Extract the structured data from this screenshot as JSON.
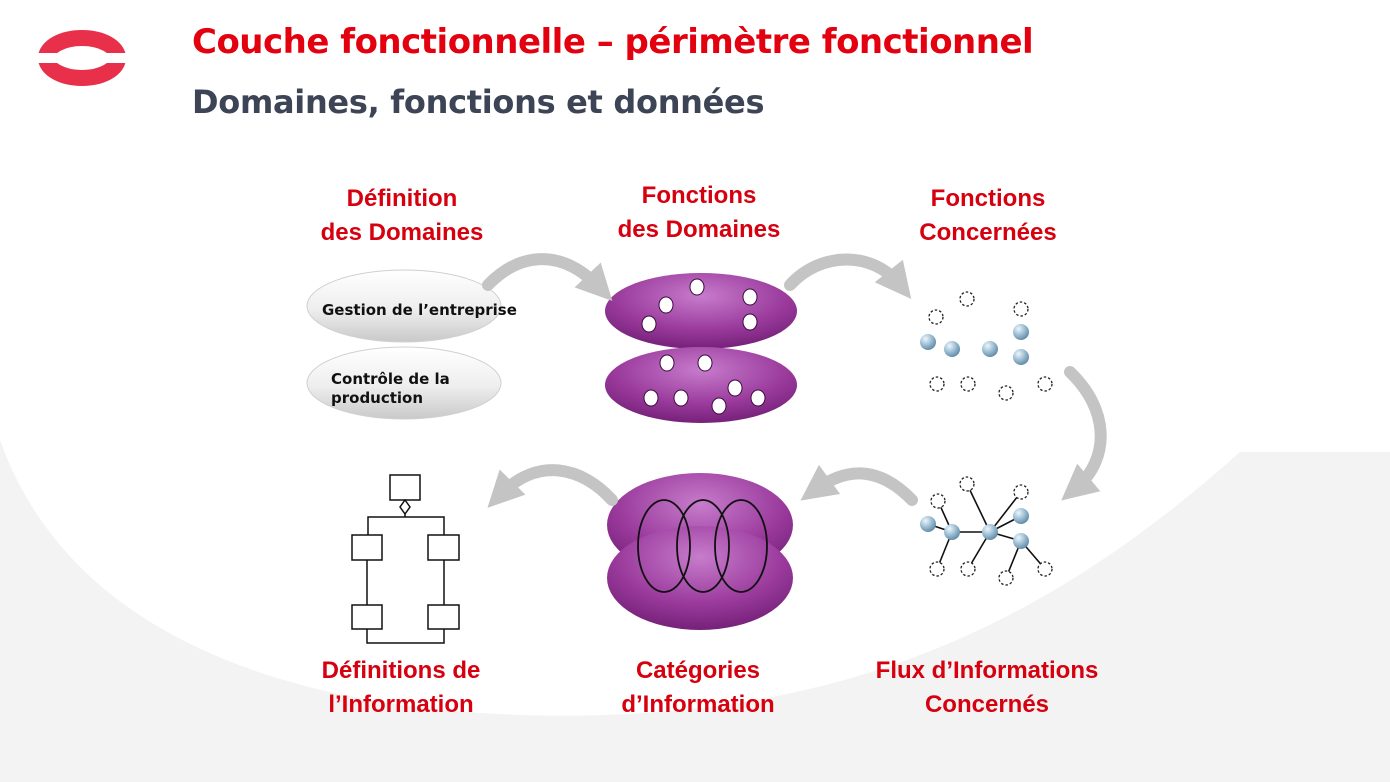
{
  "slide": {
    "title": "Couche fonctionnelle – périmètre fonctionnel",
    "subtitle": "Domaines, fonctions et données"
  },
  "steps": {
    "definition_domaines": {
      "line1": "Définition",
      "line2": "des Domaines"
    },
    "fonctions_domaines": {
      "line1": "Fonctions",
      "line2": "des Domaines"
    },
    "fonctions_concernees": {
      "line1": "Fonctions",
      "line2": "Concernées"
    },
    "flux_informations": {
      "line1": "Flux d’Informations",
      "line2": "Concernés"
    },
    "categories_information": {
      "line1": "Catégories",
      "line2": "d’Information"
    },
    "definitions_information": {
      "line1": "Définitions de",
      "line2": "l’Information"
    }
  },
  "domains": {
    "gestion": "Gestion de l’entreprise",
    "controle_line1": "Contrôle de la",
    "controle_line2": "production"
  },
  "colors": {
    "title": "#e3000f",
    "subtitle": "#3d4455",
    "labels": "#d6000f",
    "ellipse_purple": "#9a3a9c",
    "arrow_gray": "#c4c4c4",
    "node_blue": "#8fb4cc",
    "logo_red": "#e8304a"
  }
}
